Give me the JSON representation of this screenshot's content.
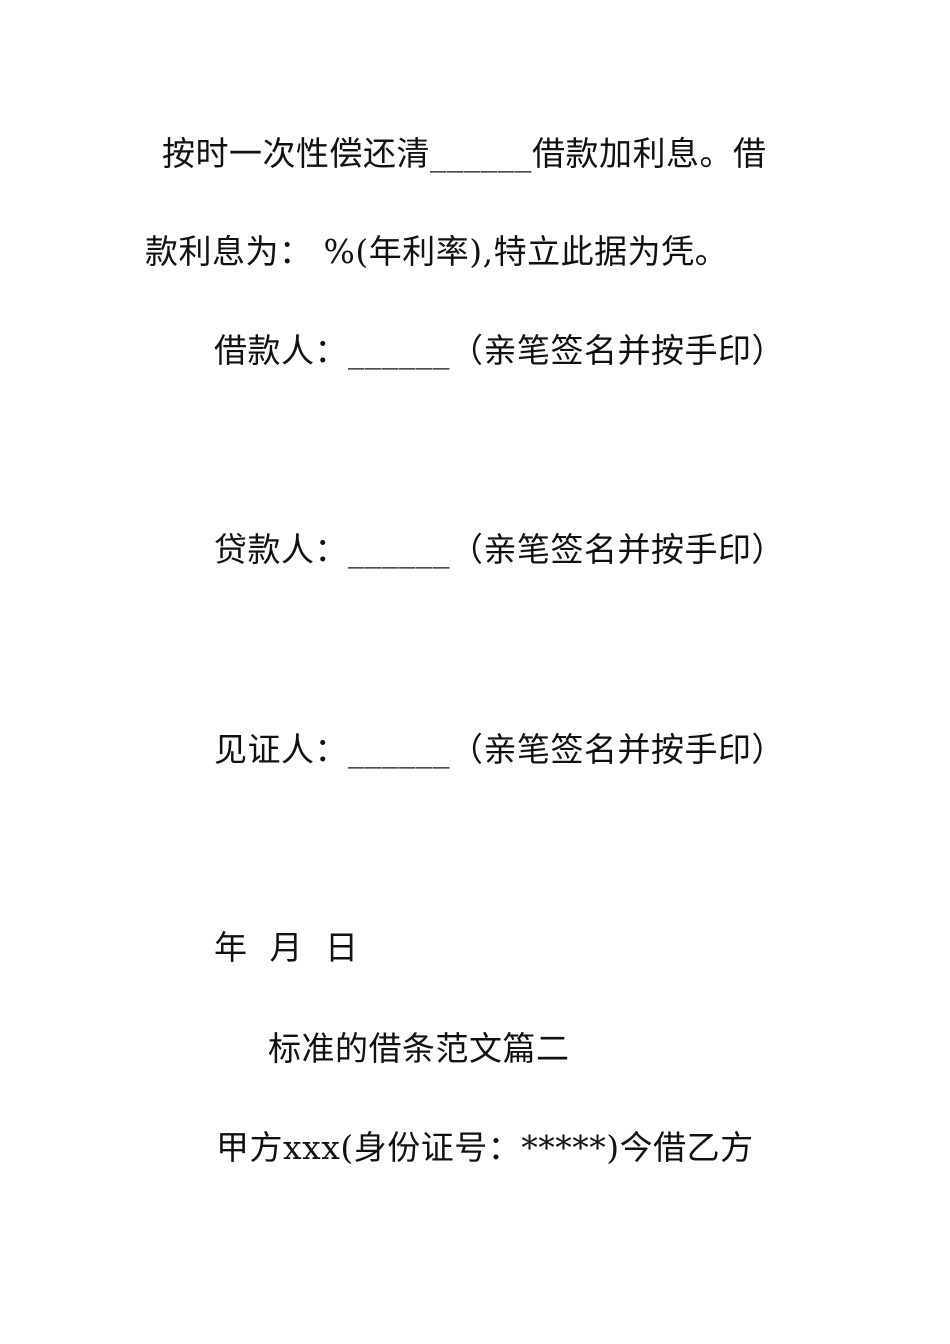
{
  "body": {
    "para1_line1": "按时一次性偿还清______借款加利息。借",
    "para1_line2": "款利息为：  %(年利率),特立此据为凭。"
  },
  "signatures": {
    "borrower": "借款人：______（亲笔签名并按手印）",
    "lender": "贷款人：______（亲笔签名并按手印）",
    "witness": "见证人：______（亲笔签名并按手印）"
  },
  "date": {
    "year": "年",
    "month": "月",
    "day": "日"
  },
  "section2": {
    "heading": "标准的借条范文篇二",
    "line1": "甲方xxx(身份证号：*****)今借乙方"
  }
}
